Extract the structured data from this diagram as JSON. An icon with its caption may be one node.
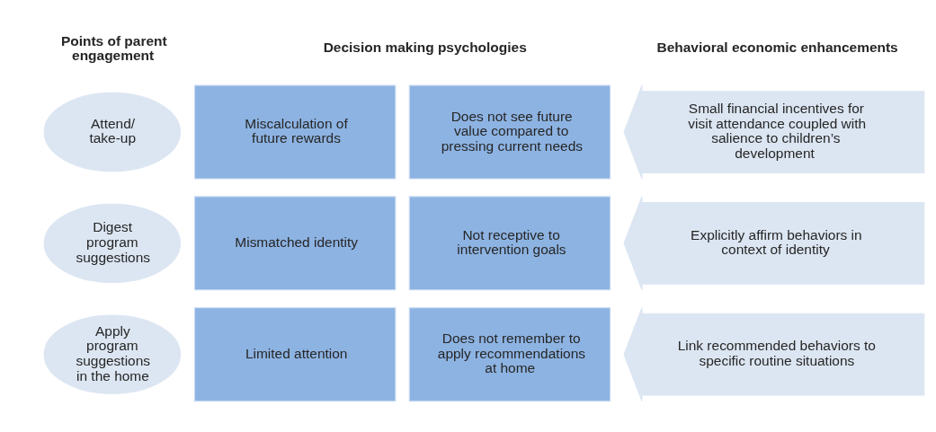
{
  "diagram": {
    "nodes": [
      {
        "text": [
          "Attend/ take-up"
        ]
      },
      {
        "text": [
          "Miscalculation of future rewards"
        ]
      },
      {
        "text": [
          "Does not see future value compared to pressing current needs"
        ]
      },
      {
        "text": [
          "Small financial incentives for visit attendance coupled with salience to children’s development"
        ]
      },
      {
        "text": [
          "Digest program suggestions"
        ]
      },
      {
        "text": [
          "Mismatched identity"
        ]
      },
      {
        "text": [
          "Not receptive to intervention goals"
        ]
      },
      {
        "text": [
          "Explicitly affirm behaviors in context of identity"
        ]
      },
      {
        "text": [
          "Apply program suggestions in the home"
        ]
      },
      {
        "text": [
          "Limited attention"
        ]
      },
      {
        "text": [
          "Does not remember to apply recommendations at home"
        ]
      },
      {
        "text": [
          "Link recommended behaviors to specific routine situations"
        ]
      }
    ],
    "labels": [
      "Points of parent engagement",
      "Decision making psychologies",
      "Behavioral economic enhancements"
    ]
  }
}
